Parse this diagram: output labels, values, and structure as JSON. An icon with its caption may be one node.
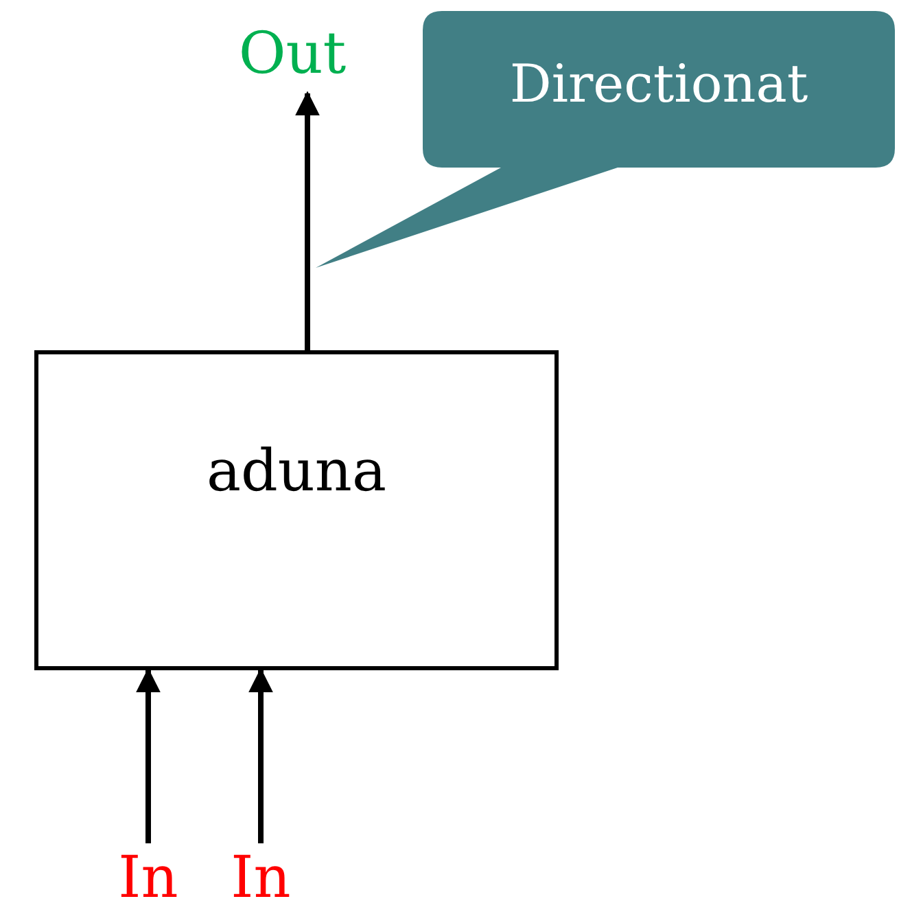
{
  "diagram": {
    "nodes": [
      {
        "text": [
          "Out"
        ]
      },
      {
        "text": [
          "Directionat"
        ]
      },
      {
        "text": [
          "aduna"
        ]
      },
      {
        "text": [
          "In"
        ]
      },
      {
        "text": [
          "In"
        ]
      }
    ],
    "edges": [
      {
        "from": 2,
        "to": 0,
        "arrow": "to"
      },
      {
        "from": 3,
        "to": 2,
        "arrow": "to"
      },
      {
        "from": 4,
        "to": 2,
        "arrow": "to"
      }
    ]
  }
}
